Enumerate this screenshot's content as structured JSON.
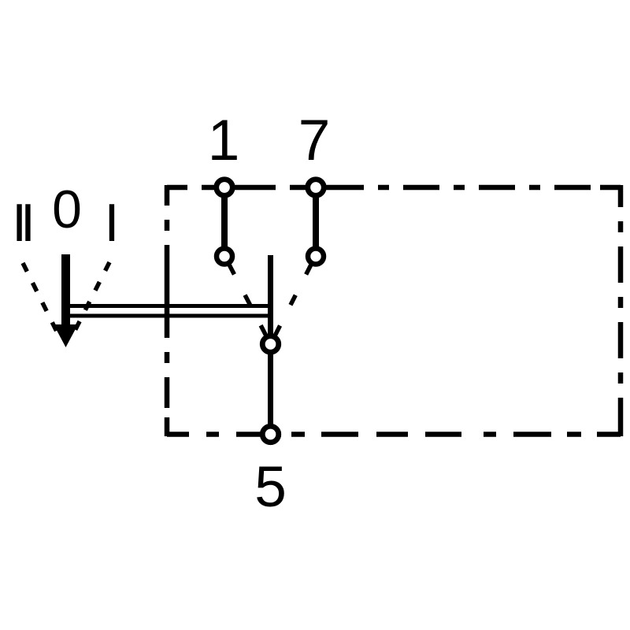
{
  "diagram": {
    "kind": "rocker-switch-circuit-schematic",
    "terminals": {
      "top_left_label": "1",
      "top_right_label": "7",
      "bottom_label": "5"
    },
    "positions": {
      "left_label": "II",
      "center_label": "0",
      "right_label": "I"
    },
    "colors": {
      "line": "#000000",
      "background": "#ffffff"
    }
  }
}
